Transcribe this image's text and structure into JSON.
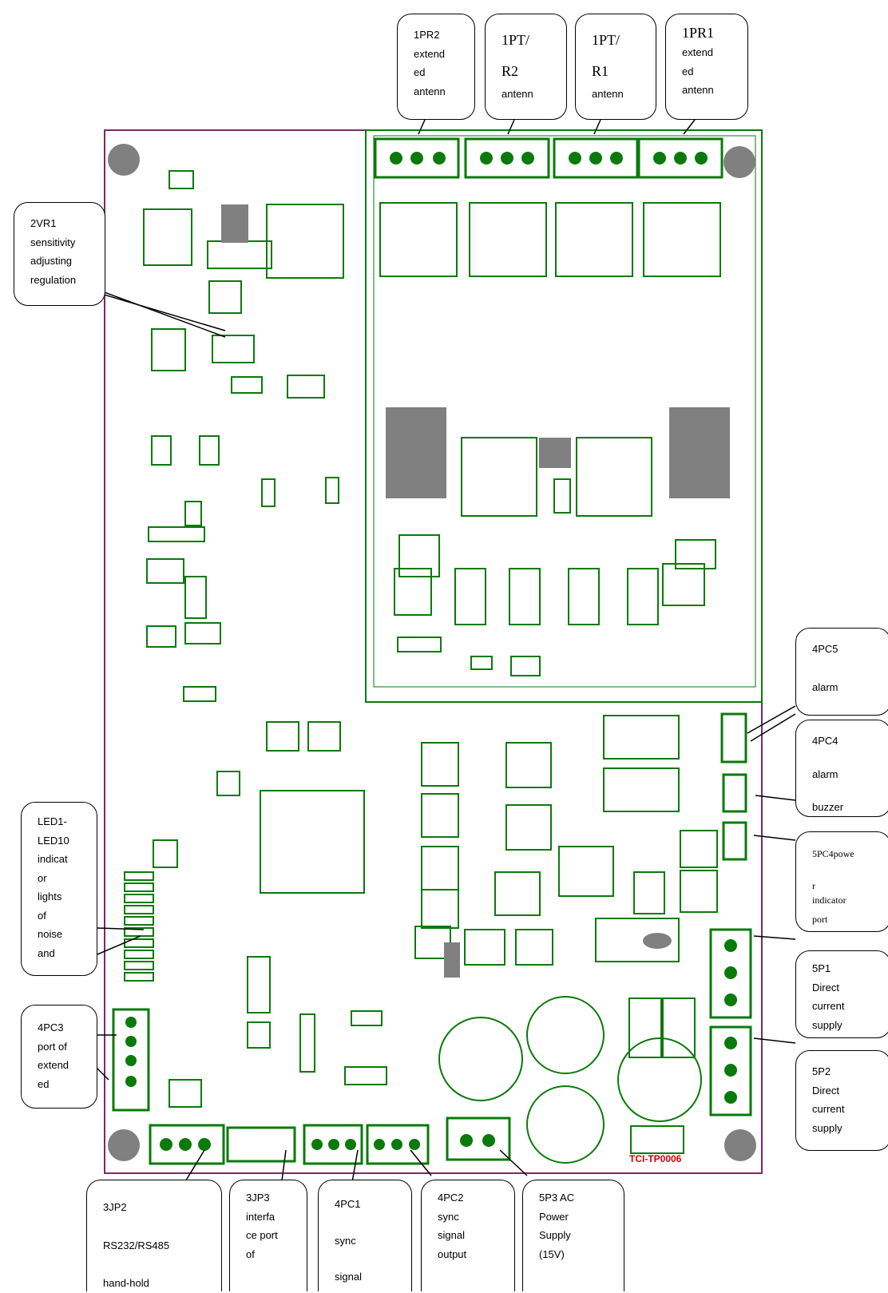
{
  "board": {
    "code": "TCI-TP0006",
    "colors": {
      "outline": "#7a2a6a",
      "trace": "#0a7a0a",
      "copper": "#808080",
      "code": "#d00000",
      "label_border": "#000000"
    }
  },
  "callouts": {
    "pr2": [
      "1PR2",
      "extend",
      "ed",
      "antenn"
    ],
    "ptr2": [
      "1PT/",
      "R2",
      "antenn"
    ],
    "ptr1": [
      "1PT/",
      "R1",
      "antenn"
    ],
    "pr1": [
      "1PR1",
      "extend",
      "ed",
      "antenn"
    ],
    "vr1": [
      "2VR1",
      "sensitivity",
      "adjusting",
      "regulation"
    ],
    "led": [
      "LED1-",
      "LED10",
      "indicat",
      "or",
      "lights",
      "of",
      "noise",
      "and"
    ],
    "pc3": [
      "4PC3",
      "port of",
      "extend",
      "ed"
    ],
    "pc5": [
      "4PC5",
      "alarm"
    ],
    "pc4": [
      "4PC4",
      "alarm",
      "buzzer"
    ],
    "pc4pw": [
      "5PC4powe",
      "r",
      "indicator",
      "port"
    ],
    "p1": [
      "5P1",
      "Direct",
      "current",
      "supply"
    ],
    "p2": [
      "5P2",
      "Direct",
      "current",
      "supply"
    ],
    "jp2": [
      "3JP2",
      "RS232/RS485",
      "hand-hold"
    ],
    "jp3": [
      "3JP3",
      "interfa",
      "ce port",
      "of"
    ],
    "pc1": [
      "4PC1",
      "sync",
      "signal"
    ],
    "pc2": [
      "4PC2",
      "sync",
      "signal",
      "output"
    ],
    "p3": [
      "5P3 AC",
      "Power",
      "Supply",
      "(15V)"
    ]
  }
}
